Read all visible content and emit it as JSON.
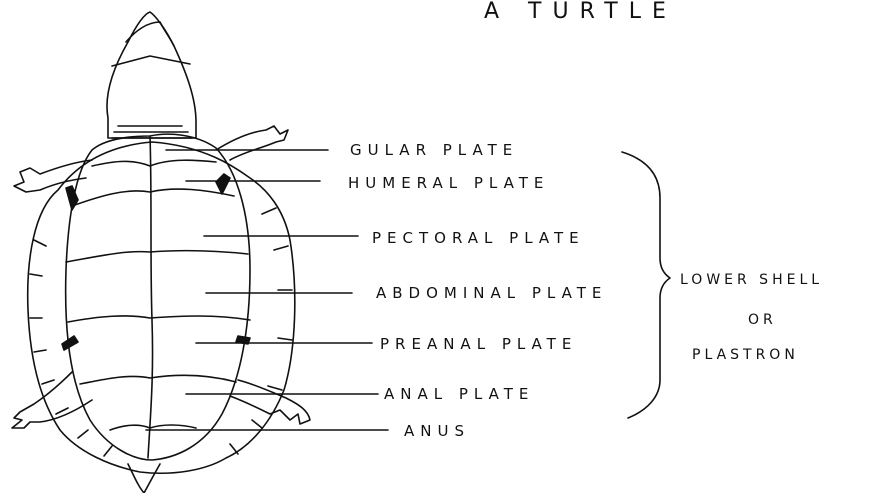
{
  "title": "A TURTLE",
  "labels": {
    "gular": "GULAR PLATE",
    "humeral": "HUMERAL PLATE",
    "pectoral": "PECTORAL PLATE",
    "abdominal": "ABDOMINAL PLATE",
    "preanal": "PREANAL PLATE",
    "anal": "ANAL PLATE",
    "anus": "ANUS"
  },
  "group": {
    "line1": "LOWER SHELL",
    "line2": "OR",
    "line3": "PLASTRON"
  }
}
